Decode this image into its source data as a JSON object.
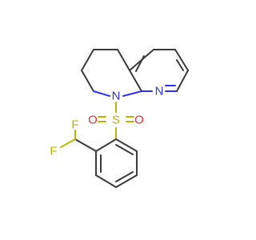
{
  "molecule": {
    "atoms": {
      "n1": {
        "label": "N",
        "color": "#2f2fff"
      },
      "n8": {
        "label": "N",
        "color": "#2f2fff"
      },
      "s": {
        "label": "S",
        "color": "#b8b800"
      },
      "o1": {
        "label": "O",
        "color": "#ff2a2a"
      },
      "o2": {
        "label": "O",
        "color": "#ff2a2a"
      },
      "f1": {
        "label": "F",
        "color": "#b8b800"
      },
      "f2": {
        "label": "F",
        "color": "#b8b800"
      }
    },
    "bond_color": "#3a3a3a"
  }
}
